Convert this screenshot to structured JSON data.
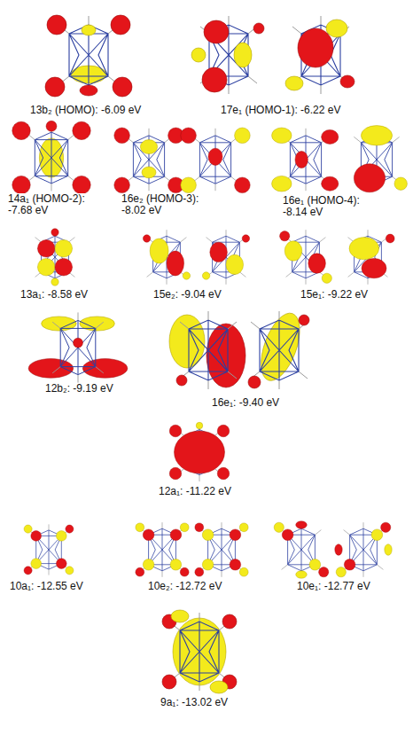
{
  "diagram": {
    "labels": [
      "13b₂ (HOMO): -6.09 eV",
      "17e₁ (HOMO-1): -6.22 eV",
      "14a₁ (HOMO-2): -7.68 eV",
      "16e₂ (HOMO-3): -8.02 eV",
      "16e₁ (HOMO-4): -8.14 eV",
      "13a₁: -8.58 eV",
      "15e₂: -9.04 eV",
      "15e₁: -9.22 eV",
      "12b₂: -9.19 eV",
      "16e₁: -9.40 eV",
      "12a₁: -11.22 eV",
      "10a₁: -12.55 eV",
      "10e₂: -12.72 eV",
      "10e₁: -12.77 eV",
      "9a₁: -13.02 eV"
    ]
  }
}
